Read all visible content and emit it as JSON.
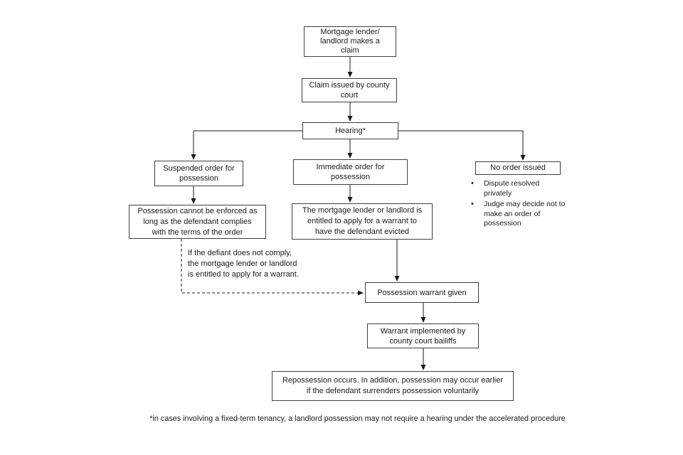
{
  "page": {
    "background_color": "#ffffff"
  },
  "diagram": {
    "border_color": "#3f3f3f",
    "line_color": "#1a1a1a",
    "text_color": "#1a1a1a",
    "nodes": {
      "claim": "Mortgage lender/\nlandlord makes a\nclaim",
      "claim_issued": "Claim issued by county\ncourt",
      "hearing": "Hearing*",
      "suspended_order": "Suspended order for\npossession",
      "immediate_order": "Immediate order for\npossession",
      "no_order": "No order issued",
      "possession_not_enforced": "Possession cannot be enforced as\nlong as the defendant complies\nwith the terms of the order",
      "lender_entitled": "The mortgage lender or landlord is\nentitled to apply for a warrant to\nhave the defendant evicted",
      "warrant_given": "Possession warrant given",
      "warrant_implemented": "Warrant implemented by\ncounty court bailiffs",
      "repossession": "Repossession occurs. In addition, possession may occur earlier\nif the defendant surrenders possession voluntarily"
    },
    "no_order_bullets": [
      "Dispute resolved\nprivately",
      "Judge may decide not to\nmake an order of\npossession"
    ],
    "bullet_glyph": "•",
    "dashed_note": "If the defiant does not comply,\nthe mortgage lender or landlord\nis entitled to apply for a warrant.",
    "footnote": "*in cases involving a fixed-term tenancy, a landlord possession may not require a hearing under the accelerated procedure"
  }
}
